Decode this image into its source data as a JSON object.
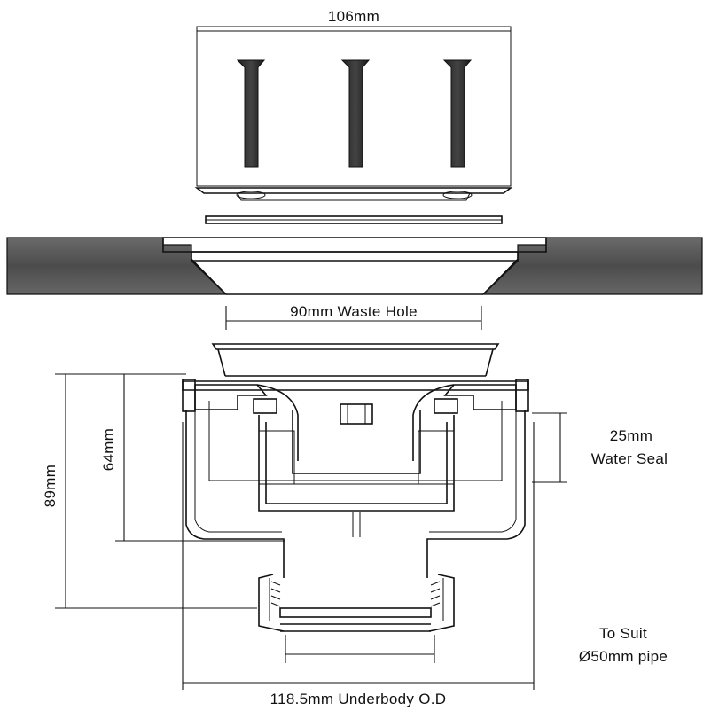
{
  "dimensions": {
    "grate_width": "106mm",
    "waste_hole": "90mm Waste Hole",
    "water_seal_value": "25mm",
    "water_seal_label": "Water Seal",
    "height_total": "89mm",
    "height_body": "64mm",
    "pipe_line1": "To Suit",
    "pipe_line2": "Ø50mm pipe",
    "underbody": "118.5mm Underbody O.D"
  },
  "colors": {
    "line": "#111111",
    "floor_fill": "#5a5a5a",
    "background": "#ffffff"
  }
}
